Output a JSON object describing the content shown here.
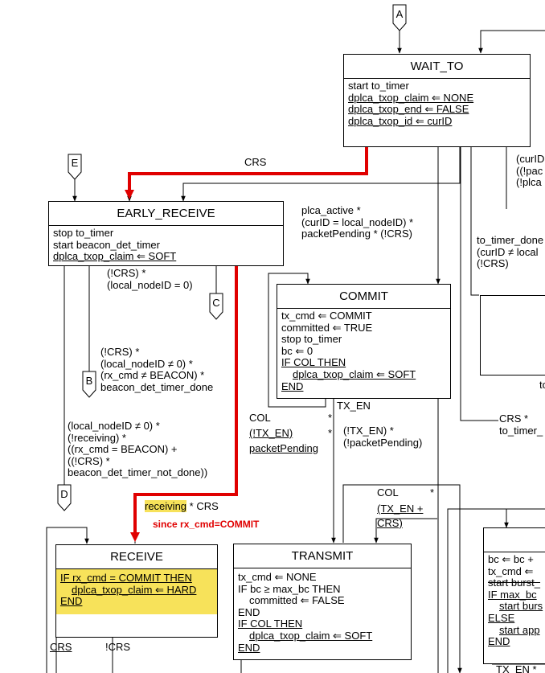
{
  "connectors": {
    "A": "A",
    "E": "E",
    "C": "C",
    "B": "B",
    "D": "D"
  },
  "states": {
    "wait_to": {
      "title": "WAIT_TO",
      "lines": [
        "start to_timer",
        "dplca_txop_claim ⇐ NONE",
        "dplca_txop_end ⇐ FALSE",
        "dplca_txop_id ⇐ curID"
      ]
    },
    "early_receive": {
      "title": "EARLY_RECEIVE",
      "lines": [
        "stop to_timer",
        "start beacon_det_timer",
        "dplca_txop_claim ⇐ SOFT"
      ]
    },
    "commit": {
      "title": "COMMIT",
      "lines": [
        "tx_cmd ⇐ COMMIT",
        "committed ⇐ TRUE",
        "stop to_timer",
        "bc ⇐ 0",
        "IF COL THEN",
        "dplca_txop_claim ⇐ SOFT",
        "END"
      ]
    },
    "receive": {
      "title": "RECEIVE",
      "lines": [
        "IF rx_cmd = COMMIT THEN",
        "dplca_txop_claim ⇐ HARD",
        "END"
      ]
    },
    "transmit": {
      "title": "TRANSMIT",
      "lines": [
        "tx_cmd ⇐ NONE",
        "IF bc ≥ max_bc THEN",
        "committed ⇐ FALSE",
        "END",
        "IF COL THEN",
        "dplca_txop_claim ⇐ SOFT",
        "END"
      ]
    },
    "right_state": {
      "lines": [
        "bc ⇐ bc +",
        "tx_cmd ⇐",
        "start burst_",
        "IF max_bc",
        "start burs",
        "ELSE",
        "start app",
        "END"
      ]
    }
  },
  "transitions": {
    "crs": "CRS",
    "plca_active": [
      "plca_active *",
      "(curID = local_nodeID) *",
      "packetPending * (!CRS)"
    ],
    "not_crs_local_zero": [
      "(!CRS) *",
      "(local_nodeID = 0)"
    ],
    "not_crs_local_nonzero": [
      "(!CRS) *",
      "(local_nodeID ≠ 0) *",
      "(rx_cmd ≠ BEACON) *",
      "beacon_det_timer_done"
    ],
    "local_nonzero_receiving": [
      "(local_nodeID ≠ 0) *",
      "(!receiving) *",
      "((rx_cmd = BEACON) +",
      "((!CRS) *",
      "beacon_det_timer_not_done))"
    ],
    "receiving_text": "receiving",
    "receiving_crs": " * CRS",
    "annotation": "since rx_cmd=COMMIT",
    "tx_en": "TX_EN",
    "col_left": "COL",
    "col_left_star": "*",
    "not_tx_en": "(!TX_EN)",
    "not_tx_en_star": "*",
    "packet_pending": "packetPending",
    "not_tx_en_not_pending": [
      "(!TX_EN) *",
      "(!packetPending)"
    ],
    "col_right": "COL",
    "col_right_star": "*",
    "tx_en_plus": "(TX_EN  +",
    "crs_close": "CRS)",
    "right_top": [
      "(curID",
      "((!pac",
      "(!plca"
    ],
    "to_timer_done": [
      "to_timer_done",
      "(curID ≠ local",
      "(!CRS)"
    ],
    "crs_to_timer": [
      "CRS *",
      "to_timer_"
    ],
    "receive_crs": "CRS",
    "receive_not_crs": "!CRS",
    "to_fragment": "to",
    "tx_en_bottom": "TX_EN *"
  },
  "colors": {
    "highlight": "#f7e25a",
    "highlight_path": "#e00000"
  }
}
